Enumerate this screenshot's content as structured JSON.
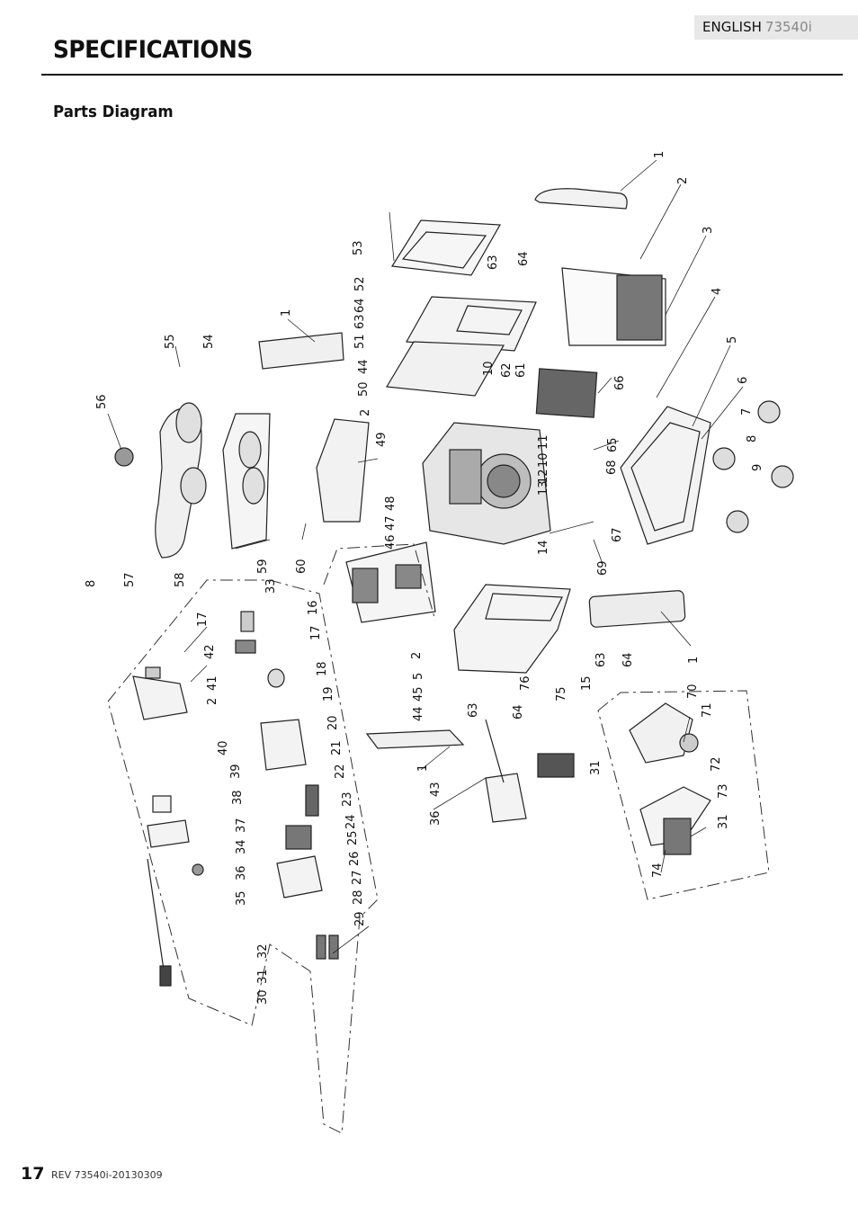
{
  "header": {
    "language": "ENGLISH",
    "model": "73540i"
  },
  "page_title": "SPECIFICATIONS",
  "section_title": "Parts Diagram",
  "footer": {
    "page_number": "17",
    "revision": "REV 73540i-20130309"
  },
  "callouts": {
    "c1a": "1",
    "c2a": "2",
    "c3": "3",
    "c4": "4",
    "c5": "5",
    "c6": "6",
    "c7": "7",
    "c8a": "8",
    "c9": "9",
    "c53": "53",
    "c52": "52",
    "c64a": "64",
    "c63a": "63",
    "c51": "51",
    "c44a": "44",
    "c50": "50",
    "c2b": "2",
    "c63b": "63",
    "c64b": "64",
    "c10a": "10",
    "c62": "62",
    "c61": "61",
    "c66": "66",
    "c65": "65",
    "c11": "11",
    "c10b": "10",
    "c12": "12",
    "c13": "13",
    "c68": "68",
    "c67": "67",
    "c69": "69",
    "c14": "14",
    "c1b": "1",
    "c55": "55",
    "c54": "54",
    "c56": "56",
    "c49": "49",
    "c48": "48",
    "c47": "47",
    "c46": "46",
    "c60": "60",
    "c59": "59",
    "c58": "58",
    "c57": "57",
    "c8b": "8",
    "c17a": "17",
    "c42": "42",
    "c41": "41",
    "c2c": "2",
    "c40": "40",
    "c39": "39",
    "c38": "38",
    "c37": "37",
    "c34": "34",
    "c36a": "36",
    "c35": "35",
    "c33": "33",
    "c16": "16",
    "c17b": "17",
    "c18": "18",
    "c19": "19",
    "c20": "20",
    "c21": "21",
    "c22": "22",
    "c23": "23",
    "c24": "24",
    "c25": "25",
    "c26": "26",
    "c27": "27",
    "c28": "28",
    "c29": "29",
    "c32": "32",
    "c31a": "31",
    "c30": "30",
    "c2d": "2",
    "c5b": "5",
    "c45": "45",
    "c44b": "44",
    "c63c": "63",
    "c64c": "64",
    "c76": "76",
    "c75": "75",
    "c15": "15",
    "c63d": "63",
    "c64d": "64",
    "c1c": "1",
    "c1d": "1",
    "c43": "43",
    "c36b": "36",
    "c31b": "31",
    "c70": "70",
    "c71": "71",
    "c72": "72",
    "c73": "73",
    "c31c": "31",
    "c74": "74"
  }
}
